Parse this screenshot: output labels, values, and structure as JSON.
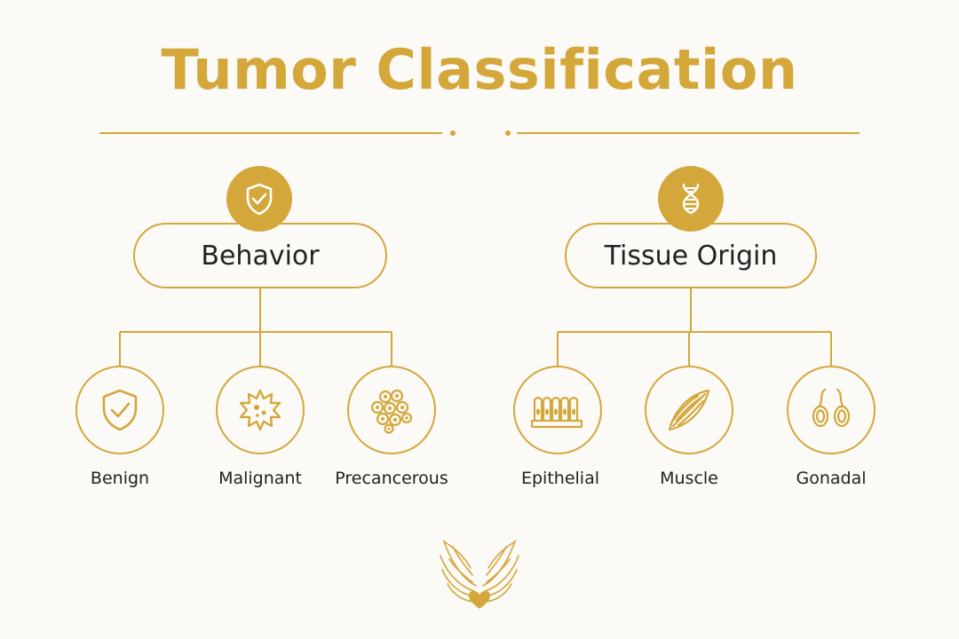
{
  "title": "Tumor Classification",
  "colors": {
    "accent": "#d4a73a",
    "text": "#222222",
    "background": "#fbfaf7"
  },
  "branches": [
    {
      "label": "Behavior",
      "icon": "shield-check-icon",
      "children": [
        {
          "label": "Benign",
          "icon": "shield-check-icon"
        },
        {
          "label": "Malignant",
          "icon": "spiky-cell-icon"
        },
        {
          "label": "Precancerous",
          "icon": "cell-cluster-icon"
        }
      ]
    },
    {
      "label": "Tissue Origin",
      "icon": "dna-icon",
      "children": [
        {
          "label": "Epithelial",
          "icon": "epithelium-icon"
        },
        {
          "label": "Muscle",
          "icon": "muscle-fiber-icon"
        },
        {
          "label": "Gonadal",
          "icon": "gonad-icon"
        }
      ]
    }
  ],
  "logo": "winged-heart-icon"
}
